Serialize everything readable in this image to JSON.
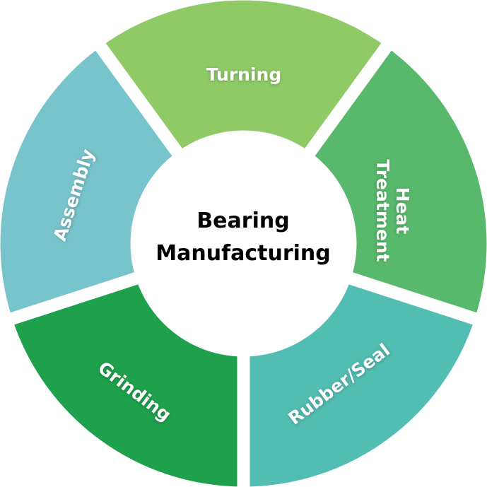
{
  "title_line1": "Bearing",
  "title_line2": "Manufacturing",
  "segments": [
    {
      "label": "Turning",
      "color": "#8fca66"
    },
    {
      "label": "Heat Treatment",
      "color": "#58b96c"
    },
    {
      "label": "Rubber/Seal",
      "color": "#52bdb2"
    },
    {
      "label": "Grinding",
      "color": "#1fa04c"
    },
    {
      "label": "Assembly",
      "color": "#78c4cd"
    }
  ]
}
